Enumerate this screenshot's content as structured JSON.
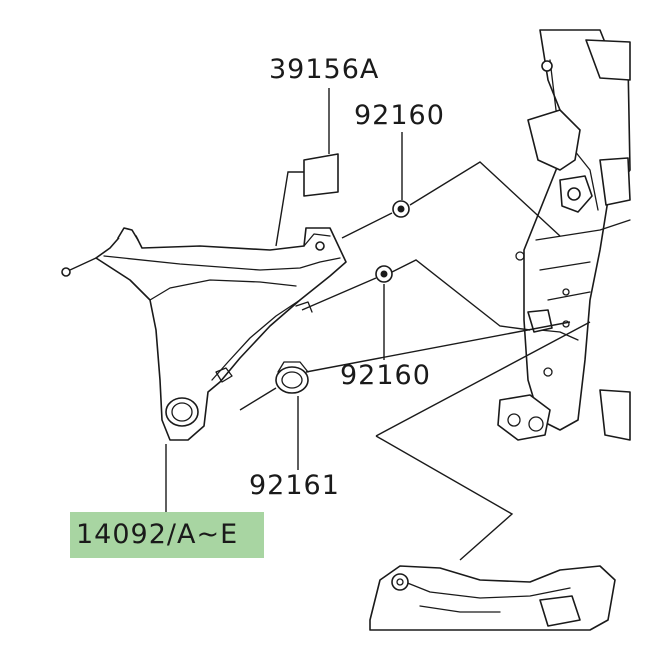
{
  "diagram": {
    "highlight_color": "#a8d5a2",
    "labels": {
      "sticker": "39156A",
      "nut_upper": "92160",
      "nut_lower": "92160",
      "grommet": "92161",
      "cowl": "14092/A~E"
    }
  }
}
